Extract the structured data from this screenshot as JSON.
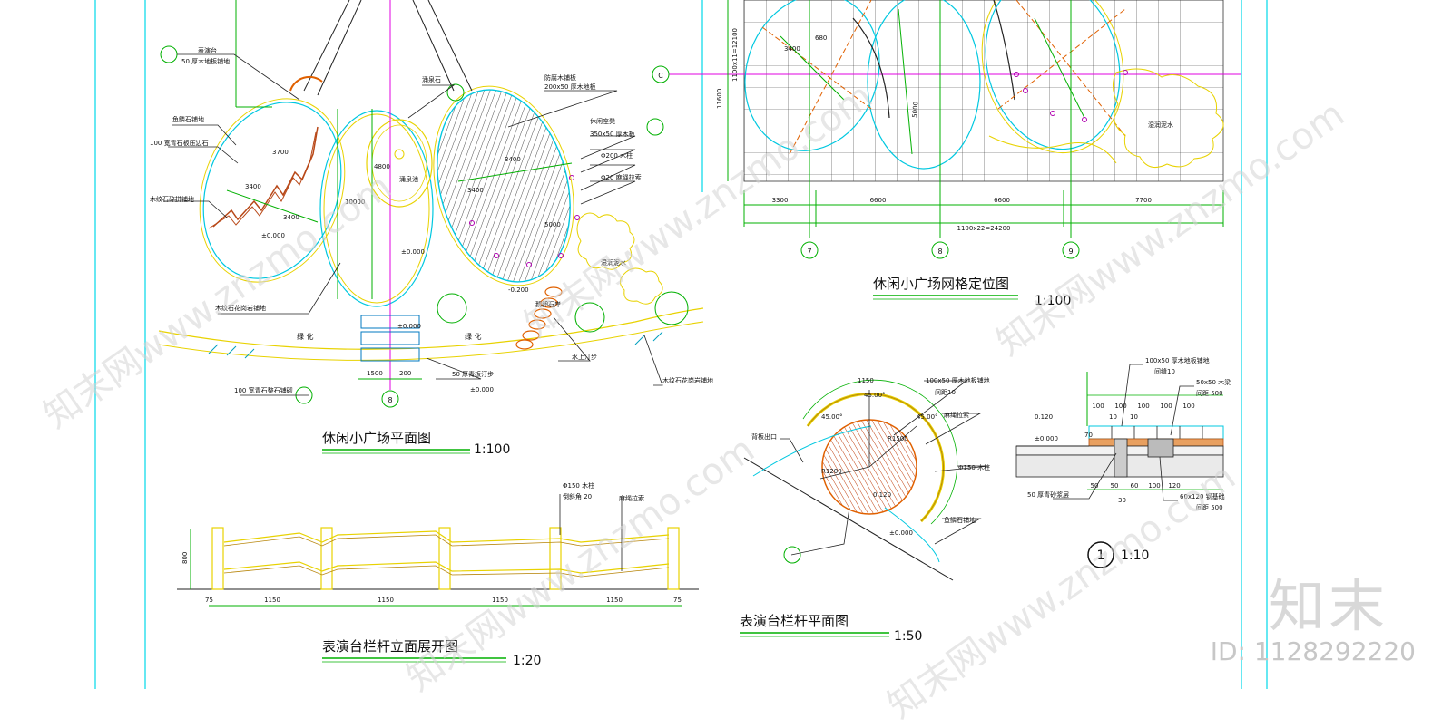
{
  "drawings": {
    "plaza_plan": {
      "title": "休闲小广场平面图",
      "scale": "1:100"
    },
    "grid_plan": {
      "title": "休闲小广场网格定位图",
      "scale": "1:100"
    },
    "railing_elevation": {
      "title": "表演台栏杆立面展开图",
      "scale": "1:20"
    },
    "railing_plan": {
      "title": "表演台栏杆平面图",
      "scale": "1:50"
    },
    "detail_1": {
      "label": "1",
      "scale": "1:10"
    }
  },
  "plaza_labels": {
    "stage": "表演台",
    "stage_floor": "50 厚木地板铺地",
    "stone_paving": "鱼鳞石铺地",
    "stone_edge": "100 宽青石板压边石",
    "timber_edge": "木纹石碎拼铺地",
    "fountain": "涌泉池",
    "fountain_stone": "涌泉石",
    "deck": "防腐木铺板",
    "deck_size": "200x50 厚木地板",
    "joist": "休闲座凳",
    "joist_size": "350x50 厚木板",
    "post": "Φ200 木柱",
    "rope": "Φ20 麻绳拉索",
    "wetland": "湿润泥水",
    "stepping": "50 厚青板汀步",
    "green1": "绿 化",
    "green2": "绿 化",
    "edge_stone": "100 宽青石整石铺砌",
    "water_step": "水上汀步",
    "sandstone": "木纹石花岗岩铺地",
    "cobble": "鹅卵石岸",
    "elev_neg": "-0.200",
    "elev_zero": "±0.000",
    "grid_axis": "8",
    "dim_1500": "1500",
    "dim_200": "200",
    "dim_3400": "3400",
    "dim_3700": "3700",
    "dim_5000": "5000",
    "dim_10000": "10000",
    "dim_4800": "4800"
  },
  "grid_labels": {
    "axis_c": "C",
    "axes": [
      "7",
      "8",
      "9"
    ],
    "dims": [
      "3300",
      "6600",
      "6600",
      "7700"
    ],
    "total": "1100x22=24200",
    "vertical_total": "11600",
    "vertical_label": "1100x11=12100",
    "wetland": "湿润泥水",
    "dim_3400": "3400",
    "dim_680": "680",
    "dim_5000": "5000"
  },
  "railing_elev_labels": {
    "post": "Φ150 木柱",
    "post_note": "倒斜角 20",
    "rope": "麻绳拉索",
    "height": "800",
    "spans": [
      "1150",
      "1150",
      "1150",
      "1150"
    ],
    "end": "75"
  },
  "railing_plan_labels": {
    "r_dim": "R1200",
    "r_dim2": "R1500",
    "span": "1150",
    "angle1": "45.00°",
    "angle2": "45.00°",
    "angle3": "45.00°",
    "floor": "100x50 厚木地板铺地",
    "gap": "间距10",
    "rope": "麻绳拉索",
    "post": "Φ150 木柱",
    "entry": "背板出口",
    "stone": "鱼鳞石铺地",
    "elev": "±0.000",
    "center": "0.120"
  },
  "detail_labels": {
    "floor": "100x50 厚木地板铺地",
    "gap": "间缝10",
    "joist": "50x50 木梁",
    "joist_gap": "间距 500",
    "top": "0.120",
    "zero": "±0.000",
    "base": "50 厚青砂浆层",
    "beam": "60x120 钢基础",
    "beam_gap": "间距 500",
    "dims_top": [
      "100",
      "100",
      "100",
      "100",
      "100"
    ],
    "dims_small": [
      "10",
      "10"
    ],
    "dims_bottom": [
      "50",
      "50",
      "60",
      "100",
      "120"
    ],
    "dim_30": "30",
    "dim_70": "70"
  },
  "brand": {
    "logo": "知末",
    "id": "ID: 1128292220",
    "watermark": "知末网www.znzmo.com"
  },
  "colors": {
    "frame": "#00d8e8",
    "magenta": "#e000e0",
    "green": "#00b000",
    "yellow": "#e8d200",
    "orange": "#e06000",
    "cyan": "#00c8e0",
    "brown": "#b84818"
  }
}
